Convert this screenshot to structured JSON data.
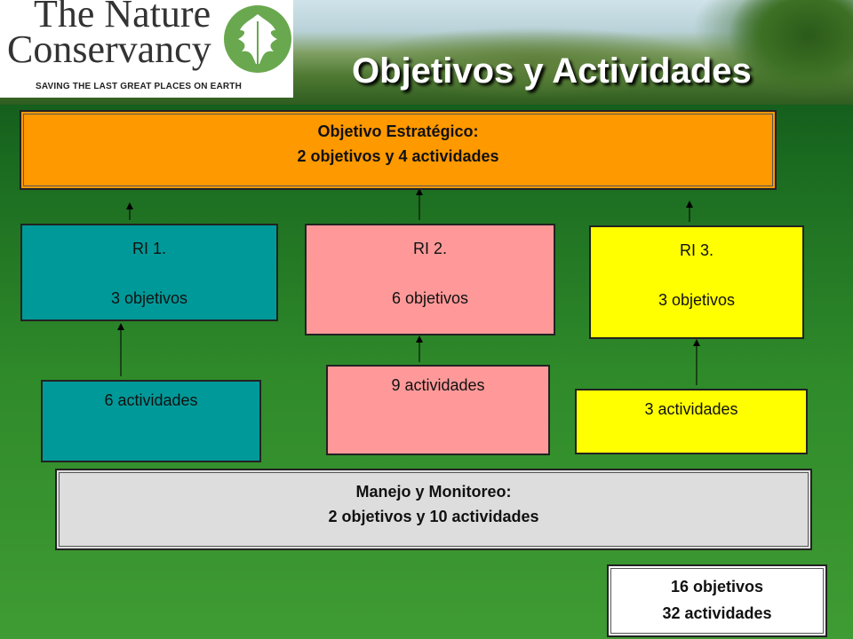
{
  "header": {
    "logo": {
      "line1": "The Nature",
      "line2": "Conservancy",
      "tagline": "SAVING THE LAST GREAT PLACES ON EARTH"
    },
    "title": "Objetivos y Actividades"
  },
  "strategic": {
    "title": "Objetivo Estratégico:",
    "subtitle": "2 objetivos y 4 actividades"
  },
  "results": [
    {
      "label": "RI 1.",
      "objectives": "3 objetivos",
      "color": "#009999"
    },
    {
      "label": "RI 2.",
      "objectives": "6 objetivos",
      "color": "#ff9999"
    },
    {
      "label": "RI 3.",
      "objectives": "3 objetivos",
      "color": "#ffff00"
    }
  ],
  "activities": [
    {
      "label": "6 actividades"
    },
    {
      "label": "9 actividades"
    },
    {
      "label": "3 actividades"
    }
  ],
  "management": {
    "title": "Manejo y Monitoreo:",
    "subtitle": "2 objetivos y 10 actividades"
  },
  "totals": {
    "objectives": "16 objetivos",
    "activities": "32 actividades"
  },
  "colors": {
    "strategic": "#ff9900",
    "management": "#dddddd",
    "background": "#2f8a2a"
  }
}
